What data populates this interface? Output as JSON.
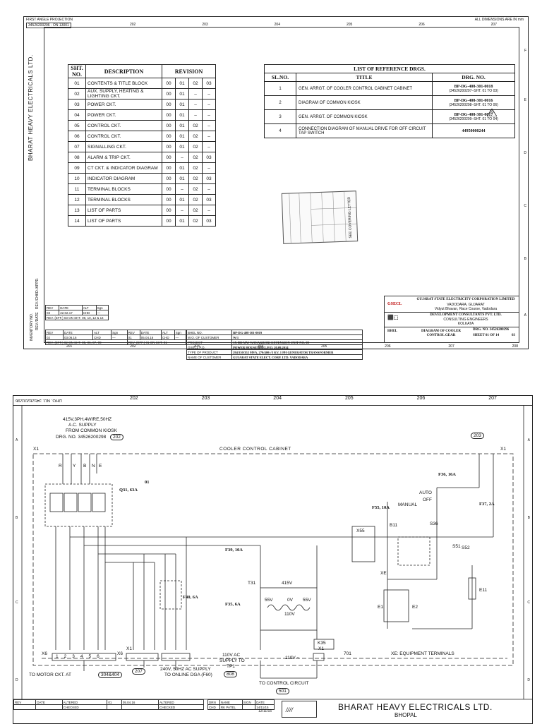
{
  "sheet1": {
    "top_left_label": "FIRST ANGLE PROJECTION",
    "top_left_code": "34526200296 - ON 13001",
    "top_right_label": "ALL DIMENSIONS ARE IN mm",
    "zone_numbers": [
      "202",
      "203",
      "204",
      "205",
      "206",
      "207"
    ],
    "zone_numbers_bottom": [
      "201",
      "202",
      "203",
      "204",
      "205",
      "206",
      "207",
      "208"
    ],
    "side_letters": [
      "F",
      "E",
      "D",
      "C",
      "B",
      "A"
    ],
    "company_vertical": "BHARAT HEAVY ELECTRICALS LTD.",
    "side_labels": [
      "REV./CHKD./APPD.",
      "REV./DATE",
      "INVENTORY NO."
    ],
    "index": {
      "headers": [
        "SHT. NO.",
        "DESCRIPTION",
        "REVISION"
      ],
      "rows": [
        {
          "no": "01",
          "desc": "CONTENTS & TITLE BLOCK",
          "rev": [
            "00",
            "01",
            "02",
            "03"
          ]
        },
        {
          "no": "02",
          "desc": "AUX. SUPPLY, HEATING & LIGHTING CKT.",
          "rev": [
            "00",
            "01",
            "–",
            "–"
          ]
        },
        {
          "no": "03",
          "desc": "POWER CKT.",
          "rev": [
            "00",
            "01",
            "–",
            "–"
          ]
        },
        {
          "no": "04",
          "desc": "POWER CKT.",
          "rev": [
            "00",
            "01",
            "–",
            "–"
          ]
        },
        {
          "no": "05",
          "desc": "CONTROL CKT.",
          "rev": [
            "00",
            "01",
            "02",
            "–"
          ]
        },
        {
          "no": "06",
          "desc": "CONTROL CKT.",
          "rev": [
            "00",
            "01",
            "02",
            "–"
          ]
        },
        {
          "no": "07",
          "desc": "SIGNALLING CKT.",
          "rev": [
            "00",
            "01",
            "02",
            "–"
          ]
        },
        {
          "no": "08",
          "desc": "ALARM & TRIP CKT.",
          "rev": [
            "00",
            "–",
            "02",
            "03"
          ]
        },
        {
          "no": "09",
          "desc": "CT CKT. & INDICATOR DIAGRAM",
          "rev": [
            "00",
            "01",
            "02",
            "–"
          ]
        },
        {
          "no": "10",
          "desc": "INDICATOR DIAGRAM",
          "rev": [
            "00",
            "01",
            "02",
            "03"
          ]
        },
        {
          "no": "11",
          "desc": "TERMINAL BLOCKS",
          "rev": [
            "00",
            "–",
            "02",
            "–"
          ]
        },
        {
          "no": "12",
          "desc": "TERMINAL BLOCKS",
          "rev": [
            "00",
            "01",
            "02",
            "03"
          ]
        },
        {
          "no": "13",
          "desc": "LIST OF PARTS",
          "rev": [
            "00",
            "–",
            "02",
            "–"
          ]
        },
        {
          "no": "14",
          "desc": "LIST OF PARTS",
          "rev": [
            "00",
            "01",
            "02",
            "03"
          ]
        }
      ]
    },
    "reference": {
      "title": "LIST OF REFERENCE DRGS.",
      "headers": [
        "SL.NO.",
        "TITLE",
        "DRG. NO."
      ],
      "rows": [
        {
          "sl": "1",
          "title": "GEN. ARRGT. OF COOLER CONTROL CABINET CABINET",
          "drg": "BP-DG-408-301-0018",
          "drg2": "(34526200297–SHT. 01 TO 03)"
        },
        {
          "sl": "2",
          "title": "DIAGRAM OF COMMON KIOSK",
          "drg": "BP-DG-408-301-0016",
          "drg2": "(34526200298–SHT. 01 TO 06)"
        },
        {
          "sl": "3",
          "title": "GEN. ARRGT. OF COMMON KIOSK",
          "drg": "BP-DG-408-301-0017",
          "drg2": "(34526200299–SHT. 01 TO 04)"
        },
        {
          "sl": "4",
          "title": "CONNECTION DIAGRAM OF MANUAL DRIVE FOR OFF CIRCUIT TAP SWITCH",
          "drg": "44950000244",
          "drg2": ""
        }
      ],
      "rev_tag": "01"
    },
    "stamp_heading": "SEE COVERING LETTER",
    "title_block": {
      "gsecl_logo": "GSECL",
      "gsecl_name": "GUJARAT STATE ELECTRICITY CORPORATION LIMITED",
      "gsecl_city": "VADODARA, GUJARAT",
      "gsecl_addr": "Vidyut Bhavan, Race Course, Vadodara",
      "consultant_name": "DEVELOPMENT CONSULTANTS PVT. LTD.",
      "consultant_sub": "CONSULTING ENGINEERS",
      "consultant_city": "KOLKATA",
      "bhel_short": "BHEL",
      "drawing_title": "DIAGRAM OF COOLER CONTROL GEAR",
      "drg_no": "DRG. NO. 34526200296",
      "sheet": "SHEET 01 OF 14",
      "rev": "03"
    },
    "rev_rows": [
      {
        "rev": "03",
        "date": "22.02.17",
        "text": "REV. (EFF.) 03 ON SHT. 08, 10, 12 & 14"
      },
      {
        "rev": "02",
        "date": "03.06.16",
        "text": "REV. (EFF.) 02 ON SHT. 05, 06, 07, 09"
      },
      {
        "rev": "01",
        "date": "05.04.16",
        "text": "REV. (EFF.) 01 ON SHT. 01"
      }
    ],
    "meta_rows": [
      {
        "k": "BHEL NO.",
        "v": "BP-DG-408-301-0019"
      },
      {
        "k": "W.O. OF CUSTOMER",
        "v": "W/1"
      },
      {
        "k": "PROJECT",
        "v": "1X 800 MW WANAKBORI EXTENSION UNIT NO. 08"
      },
      {
        "k": "GSECL P.O.",
        "v": "POWER HOUSE/BHEL/P.O. 20.09.2014"
      },
      {
        "k": "TYPE OF PRODUCT",
        "v": "294/330/352 MVA, 270/400/√3 KV, 1 PH GENERATOR TRANSFORMER"
      },
      {
        "k": "NAME OF CUSTOMER",
        "v": "GUJARAT STATE ELECT. CORP. LTD. VADODARA"
      }
    ]
  },
  "sheet2": {
    "corner_code": "DRG. NO. 34526200296",
    "zone_numbers": [
      "202",
      "203",
      "204",
      "205",
      "206",
      "207"
    ],
    "side_letters": [
      "A",
      "B",
      "C",
      "D"
    ],
    "supply_lines": [
      "415V,3PH,4WIRE,50HZ",
      "A.C. SUPPLY",
      "FROM COMMON KIOSK",
      "DRG. NO. 34526200298"
    ],
    "ref_202": "202",
    "ref_203": "203",
    "cabinet_label": "COOLER CONTROL CABINET",
    "x1_left": "X1",
    "x1_right": "X1",
    "phase_labels": [
      "R",
      "Y",
      "B",
      "N",
      "E"
    ],
    "q31": "Q31, 63A",
    "rev_tag": "01",
    "f36": "F36, 16A",
    "f37": "F37, 2A",
    "f55": "F55, 10A",
    "auto_off_manual": [
      "AUTO",
      "OFF",
      "MANUAL"
    ],
    "s36": "S36",
    "x55": "X55",
    "b11": "B11",
    "s51": "S51",
    "s52": "S52",
    "e11": "E11",
    "e1": "E1",
    "e2": "E2",
    "xe": "XE",
    "f39": "F39, 10A",
    "f35": "F35, 6A",
    "t31": "T31",
    "v415": "415V",
    "v55a": "55V",
    "v55b": "55V",
    "v0": "0V",
    "v110": "110V",
    "f40": "F40, 6A",
    "k35": "K35",
    "x6": "X6",
    "x6b": "X6",
    "x1_mid": "X1",
    "x1_b": "X1",
    "tb_numbers": [
      "1",
      "2",
      "3",
      "4",
      "5",
      "6"
    ],
    "to_motor": "TO MOTOR CKT. AT",
    "motor_ref": "304&404",
    "ref_207": "207",
    "ac240": [
      "240V, 50HZ AC SUPPLY",
      "TO ONLINE DGA (F60)"
    ],
    "ac110": [
      "110V AC",
      "SUPPLY TO",
      "TP1"
    ],
    "ref_808": "808",
    "v110_ac": "110V ~",
    "n701": "701",
    "to_control": "TO CONTROL CIRCUIT",
    "ref_501": "501",
    "xe_terminals": "XE: EQUIPMENT TERMINALS",
    "footer": {
      "rev_h": "REV",
      "date_h": "DATE",
      "altered": "ALTERED",
      "checked": "CHECKED",
      "rev_01": "01",
      "date_01": "05.04.16",
      "altered2": "ALTERED",
      "checked2": "CHECKED",
      "drn": "DRN",
      "chd": "CHD",
      "name_h": "NAME",
      "sign_h": "SIGN",
      "date_h2": "DATE",
      "name_chd": "RK PATEL",
      "date_drn": "12/11/15",
      "date_chd": "14/11/15",
      "company": "BHARAT HEAVY ELECTRICALS LTD.",
      "city": "BHOPAL"
    }
  }
}
